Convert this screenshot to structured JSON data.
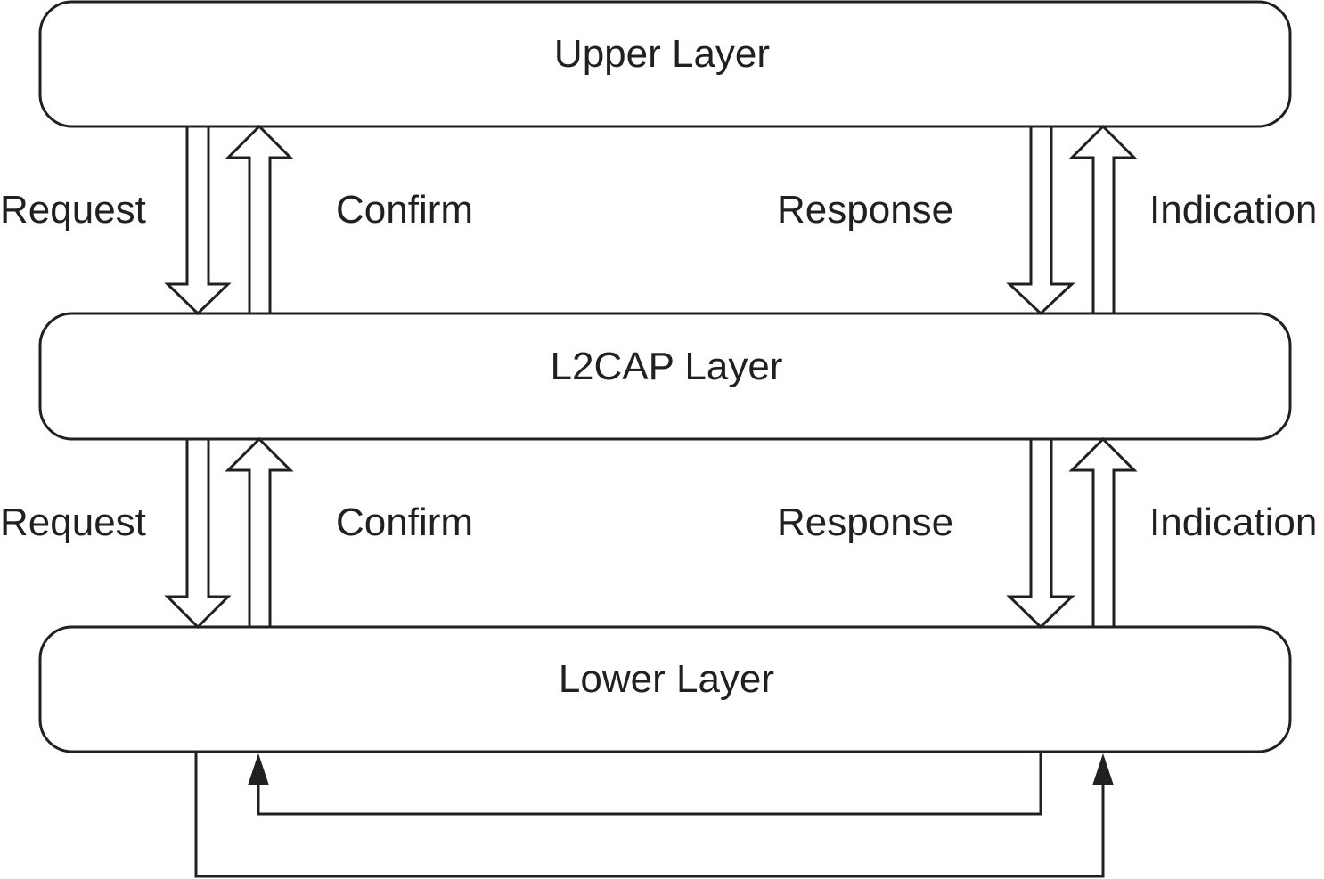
{
  "layers": {
    "upper": "Upper Layer",
    "l2cap": "L2CAP Layer",
    "lower": "Lower Layer"
  },
  "primitives_upper": {
    "request": "Request",
    "confirm": "Confirm",
    "response": "Response",
    "indication": "Indication"
  },
  "primitives_lower": {
    "request": "Request",
    "confirm": "Confirm",
    "response": "Response",
    "indication": "Indication"
  },
  "colors": {
    "stroke": "#231f20",
    "background": "#ffffff"
  }
}
